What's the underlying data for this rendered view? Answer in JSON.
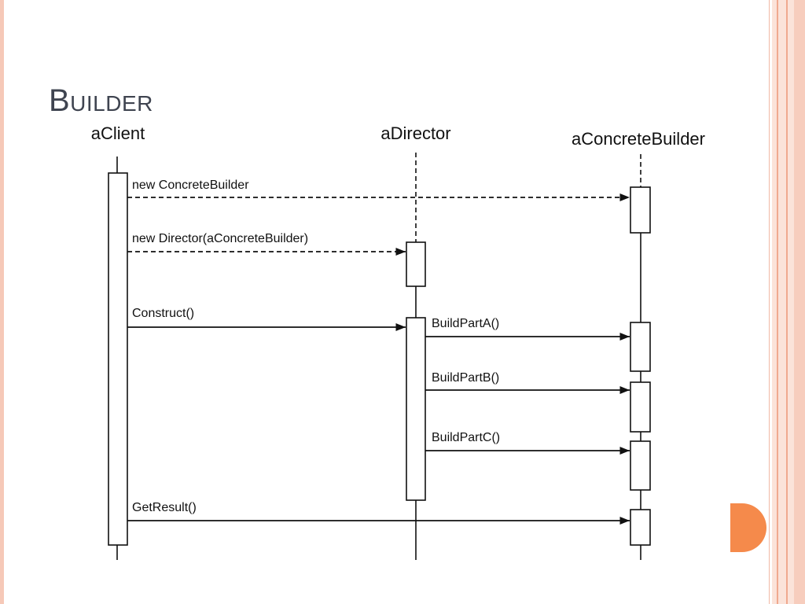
{
  "slide": {
    "title": "Builder",
    "colors": {
      "title": "#3f4450",
      "frame_accent": "#f0a98f",
      "dot": "#f58a4b",
      "ink": "#111111"
    }
  },
  "diagram": {
    "type": "sequence",
    "objects": [
      {
        "id": "client",
        "label": "aClient"
      },
      {
        "id": "director",
        "label": "aDirector"
      },
      {
        "id": "builder",
        "label": "aConcreteBuilder"
      }
    ],
    "messages": [
      {
        "from": "client",
        "to": "builder",
        "label": "new ConcreteBuilder",
        "style": "dashed"
      },
      {
        "from": "client",
        "to": "director",
        "label": "new Director(aConcreteBuilder)",
        "style": "dashed"
      },
      {
        "from": "client",
        "to": "director",
        "label": "Construct()",
        "style": "solid"
      },
      {
        "from": "director",
        "to": "builder",
        "label": "BuildPartA()",
        "style": "solid"
      },
      {
        "from": "director",
        "to": "builder",
        "label": "BuildPartB()",
        "style": "solid"
      },
      {
        "from": "director",
        "to": "builder",
        "label": "BuildPartC()",
        "style": "solid"
      },
      {
        "from": "client",
        "to": "builder",
        "label": "GetResult()",
        "style": "solid"
      }
    ]
  }
}
